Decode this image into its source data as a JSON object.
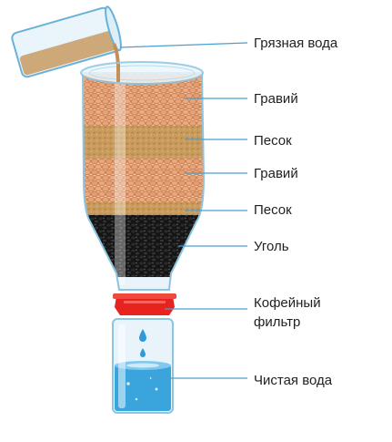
{
  "labels": {
    "dirty_water": "Грязная вода",
    "gravel_top": "Гравий",
    "sand_top": "Песок",
    "gravel_bottom": "Гравий",
    "sand_bottom": "Песок",
    "charcoal": "Уголь",
    "coffee_filter_line1": "Кофейный",
    "coffee_filter_line2": "фильтр",
    "clean_water": "Чистая вода"
  },
  "colors": {
    "gravel": "#e8a57a",
    "gravel_stroke": "#c27850",
    "sand": "#c89a5c",
    "charcoal": "#1c1c1c",
    "dirty_water": "#caa06a",
    "clean_water": "#3aa4dd",
    "filter_cap": "#e8231f",
    "leader_line": "#4a9fd0",
    "glass": "#dff0f8"
  },
  "icons": [
    "pouring-glass-icon",
    "bottle-funnel-icon",
    "collection-jar-icon",
    "water-drop-icon"
  ]
}
